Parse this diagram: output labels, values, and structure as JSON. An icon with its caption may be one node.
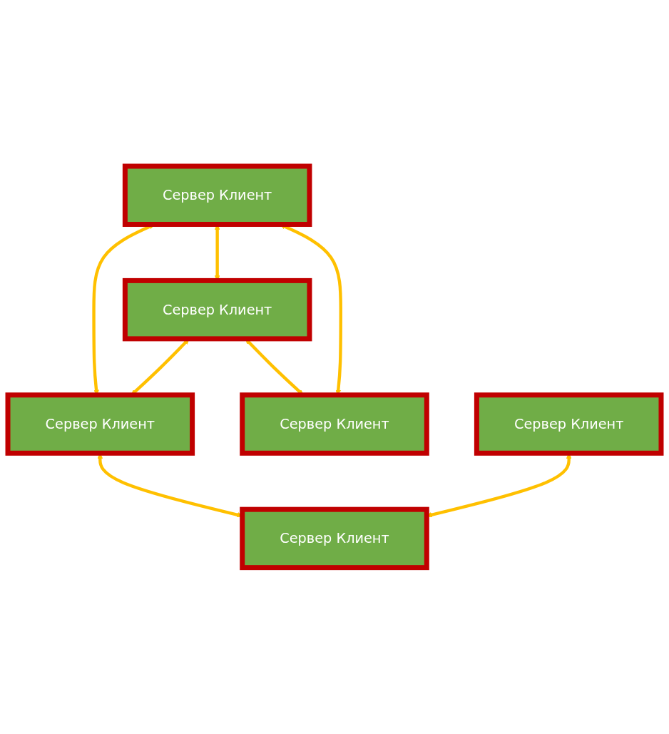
{
  "diagram": {
    "nodes": [
      {
        "text": [
          "Сервер Клиент"
        ]
      },
      {
        "text": [
          "Сервер Клиент"
        ]
      },
      {
        "text": [
          "Сервер Клиент"
        ]
      },
      {
        "text": [
          "Сервер Клиент"
        ]
      },
      {
        "text": [
          "Сервер Клиент"
        ]
      },
      {
        "text": [
          "Сервер Клиент"
        ]
      }
    ],
    "edges": [
      {
        "from": 0,
        "to": 1,
        "arrow": "both"
      },
      {
        "from": 0,
        "to": 2,
        "arrow": "both"
      },
      {
        "from": 1,
        "to": 3,
        "arrow": "both"
      },
      {
        "from": 0,
        "to": 3,
        "arrow": "both"
      },
      {
        "from": 1,
        "to": 2,
        "arrow": "both"
      },
      {
        "from": 2,
        "to": 5,
        "arrow": "both"
      },
      {
        "from": 4,
        "to": 5,
        "arrow": "both"
      }
    ]
  }
}
